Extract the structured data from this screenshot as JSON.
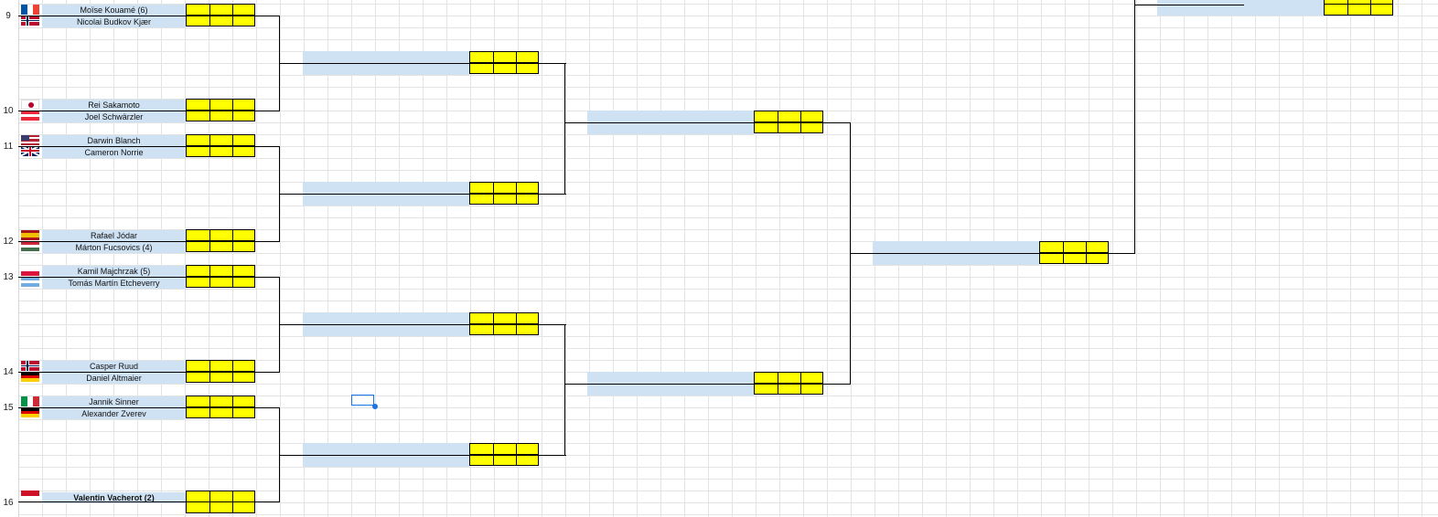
{
  "row_numbers": [
    "9",
    "10",
    "11",
    "12",
    "13",
    "14",
    "15",
    "16"
  ],
  "matches": [
    {
      "top": {
        "name": "Moïse Kouamé (6)",
        "flag": "france-flag-icon"
      },
      "bottom": {
        "name": "Nicolai Budkov Kjær",
        "flag": "norway-flag-icon"
      }
    },
    {
      "top": {
        "name": "Rei Sakamoto",
        "flag": "japan-flag-icon"
      },
      "bottom": {
        "name": "Joel Schwärzler",
        "flag": "austria-flag-icon"
      }
    },
    {
      "top": {
        "name": "Darwin Blanch",
        "flag": "usa-flag-icon"
      },
      "bottom": {
        "name": "Cameron Norrie",
        "flag": "uk-flag-icon"
      }
    },
    {
      "top": {
        "name": "Rafael Jódar",
        "flag": "spain-flag-icon"
      },
      "bottom": {
        "name": "Márton Fucsovics (4)",
        "flag": "hungary-flag-icon"
      }
    },
    {
      "top": {
        "name": "Kamil Majchrzak (5)",
        "flag": "poland-flag-icon"
      },
      "bottom": {
        "name": "Tomás Martín Etcheverry",
        "flag": "argentina-flag-icon"
      }
    },
    {
      "top": {
        "name": "Casper Ruud",
        "flag": "norway-flag-icon"
      },
      "bottom": {
        "name": "Daniel Altmaier",
        "flag": "germany-flag-icon"
      }
    },
    {
      "top": {
        "name": "Jannik Sinner",
        "flag": "italy-flag-icon"
      },
      "bottom": {
        "name": "Alexander Zverev",
        "flag": "germany-flag-icon"
      }
    },
    {
      "top": {
        "name": "",
        "flag": "monaco-flag-icon"
      },
      "bottom": {
        "name": "Valentin Vacherot (2)",
        "flag": ""
      }
    }
  ],
  "colors": {
    "name_cell": "#cfe2f3",
    "score_box": "#ffff00",
    "selection": "#1a73e8",
    "gridline": "#e3e3e3"
  }
}
